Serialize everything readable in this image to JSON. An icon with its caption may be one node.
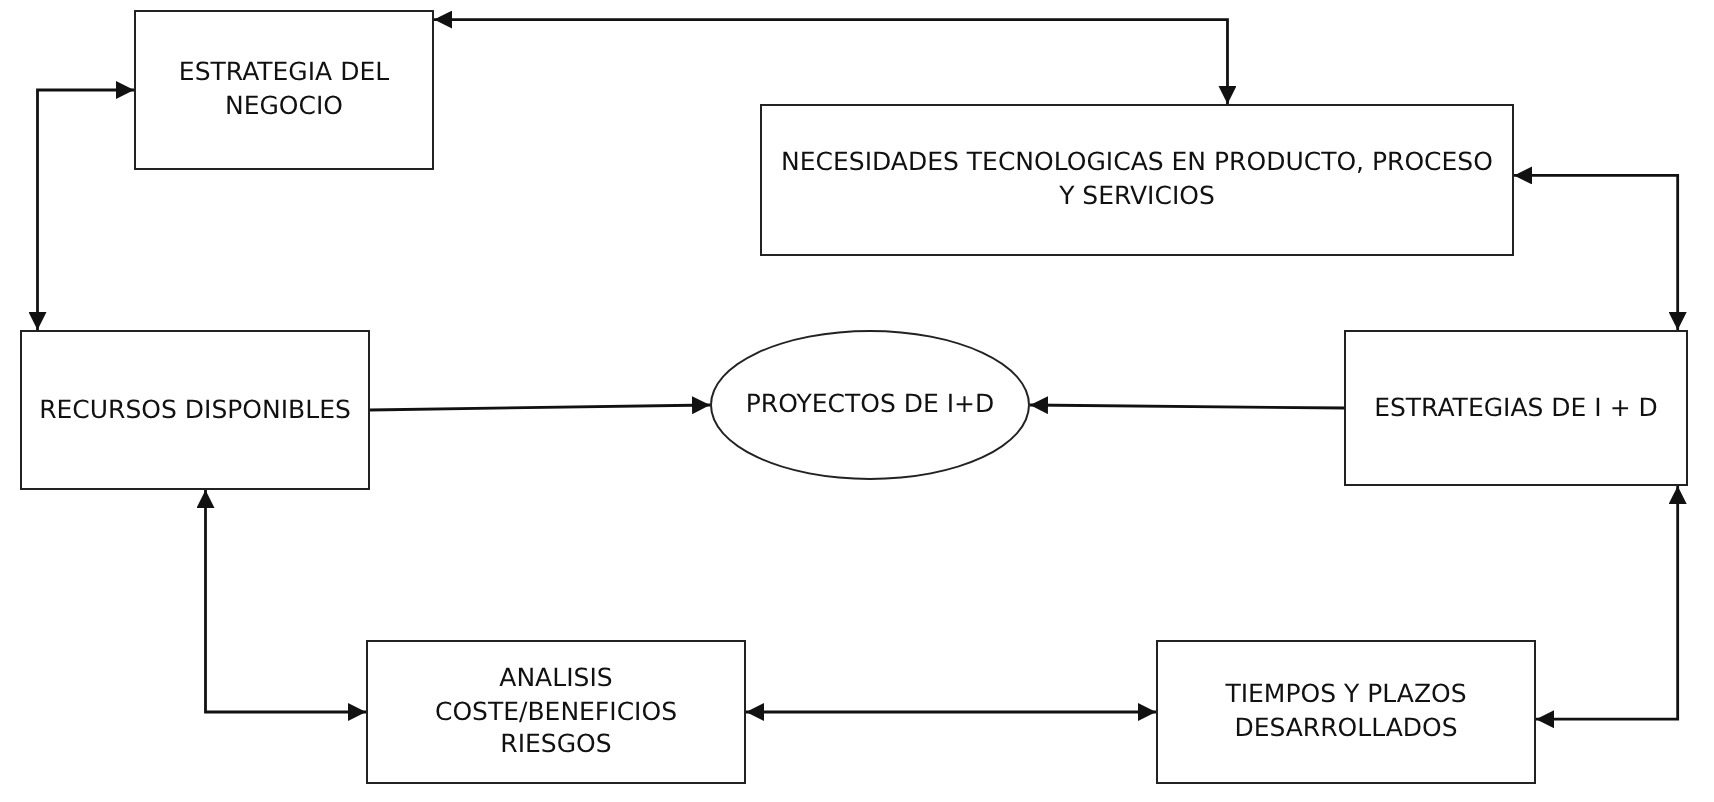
{
  "diagram": {
    "nodes": [
      {
        "text": [
          "ESTRATEGIA DEL NEGOCIO"
        ]
      },
      {
        "text": [
          "NECESIDADES TECNOLOGICAS EN PRODUCTO, PROCESO Y SERVICIOS"
        ]
      },
      {
        "text": [
          "RECURSOS DISPONIBLES"
        ]
      },
      {
        "text": [
          "PROYECTOS DE I+D"
        ]
      },
      {
        "text": [
          "ESTRATEGIAS DE I + D"
        ]
      },
      {
        "text": [
          "ANALISIS COSTE/BENEFICIOS RIESGOS"
        ]
      },
      {
        "text": [
          "TIEMPOS Y PLAZOS DESARROLLADOS"
        ]
      }
    ],
    "edges": [
      {
        "from": 0,
        "to": 1,
        "arrow": "both"
      },
      {
        "from": 1,
        "to": 4,
        "arrow": "both"
      },
      {
        "from": 0,
        "to": 2,
        "arrow": "both"
      },
      {
        "from": 2,
        "to": 3,
        "arrow": "to"
      },
      {
        "from": 4,
        "to": 3,
        "arrow": "to"
      },
      {
        "from": 2,
        "to": 5,
        "arrow": "both"
      },
      {
        "from": 5,
        "to": 6,
        "arrow": "both"
      },
      {
        "from": 6,
        "to": 4,
        "arrow": "both"
      }
    ]
  }
}
